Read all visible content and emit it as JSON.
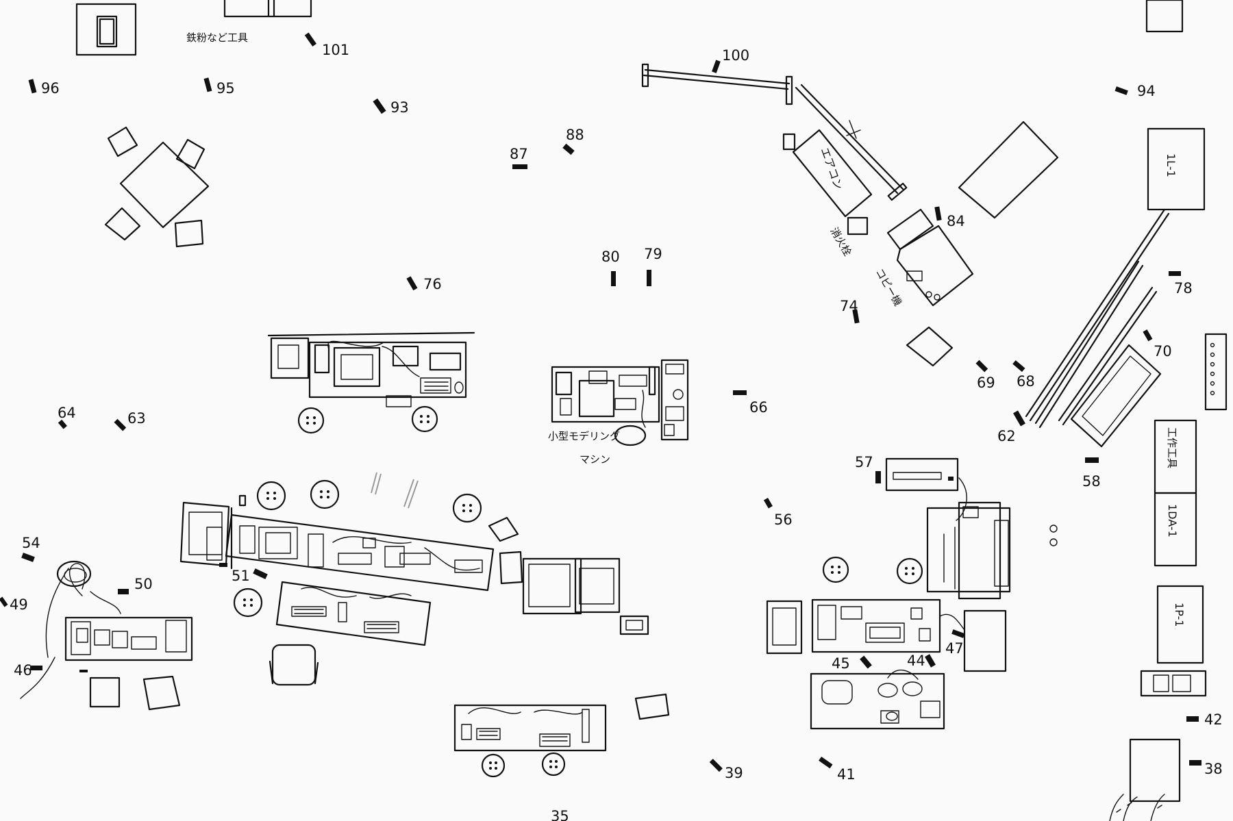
{
  "markers": [
    {
      "id": "m101",
      "label": "101"
    },
    {
      "id": "m100",
      "label": "100"
    },
    {
      "id": "m96",
      "label": "96"
    },
    {
      "id": "m95",
      "label": "95"
    },
    {
      "id": "m94",
      "label": "94"
    },
    {
      "id": "m93",
      "label": "93"
    },
    {
      "id": "m88",
      "label": "88"
    },
    {
      "id": "m87",
      "label": "87"
    },
    {
      "id": "m84",
      "label": "84"
    },
    {
      "id": "m80",
      "label": "80"
    },
    {
      "id": "m79",
      "label": "79"
    },
    {
      "id": "m78",
      "label": "78"
    },
    {
      "id": "m76",
      "label": "76"
    },
    {
      "id": "m74",
      "label": "74"
    },
    {
      "id": "m70",
      "label": "70"
    },
    {
      "id": "m69",
      "label": "69"
    },
    {
      "id": "m68",
      "label": "68"
    },
    {
      "id": "m66",
      "label": "66"
    },
    {
      "id": "m64",
      "label": "64"
    },
    {
      "id": "m63",
      "label": "63"
    },
    {
      "id": "m62",
      "label": "62"
    },
    {
      "id": "m58",
      "label": "58"
    },
    {
      "id": "m57",
      "label": "57"
    },
    {
      "id": "m56",
      "label": "56"
    },
    {
      "id": "m54",
      "label": "54"
    },
    {
      "id": "m51",
      "label": "51"
    },
    {
      "id": "m50",
      "label": "50"
    },
    {
      "id": "m49",
      "label": "49"
    },
    {
      "id": "m47",
      "label": "47"
    },
    {
      "id": "m46",
      "label": "46"
    },
    {
      "id": "m45",
      "label": "45"
    },
    {
      "id": "m44",
      "label": "44"
    },
    {
      "id": "m42",
      "label": "42"
    },
    {
      "id": "m41",
      "label": "41"
    },
    {
      "id": "m39",
      "label": "39"
    },
    {
      "id": "m38",
      "label": "38"
    },
    {
      "id": "m35",
      "label": "35"
    }
  ],
  "labels": {
    "aircon": "エアコン",
    "extinguisher": "消火栓",
    "copier": "コピー機",
    "modeling_machine": "小型モデリング",
    "modeling_machine_2": "マシン",
    "rack_top": "工作工具",
    "lower_top_note": "鉄粉など工具",
    "door_1l1": "1L-1",
    "door_1da1": "1DA-1",
    "door_1p1": "1P-1"
  },
  "colors": {
    "ink": "#111111",
    "paper": "#fafafa"
  }
}
